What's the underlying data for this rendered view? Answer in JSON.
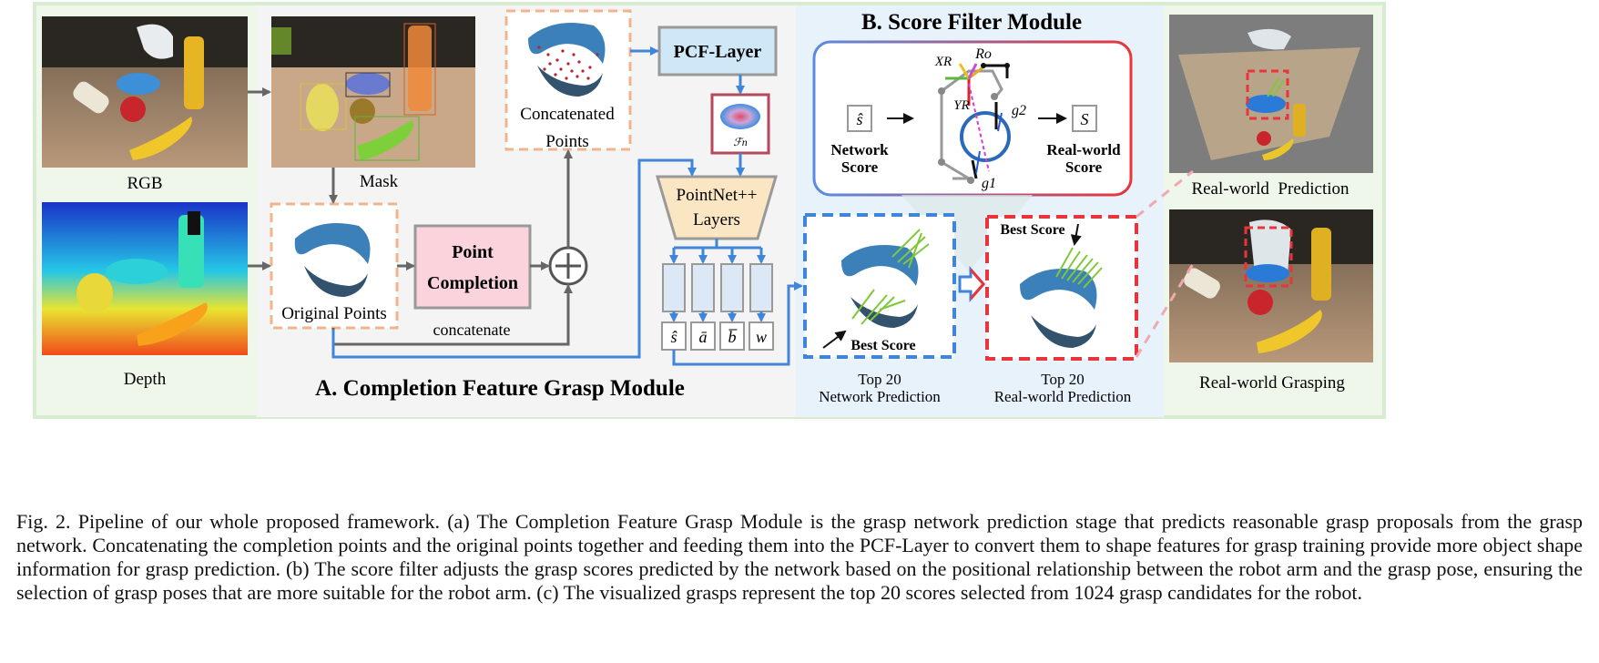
{
  "modules": {
    "a_title": "A. Completion Feature Grasp Module",
    "b_title": "B. Score Filter Module"
  },
  "inputs": {
    "rgb": "RGB",
    "depth": "Depth",
    "mask": "Mask"
  },
  "points": {
    "original": "Original Points",
    "concat_line1": "Concatenated",
    "concat_line2": "Points",
    "point_completion_line1": "Point",
    "point_completion_line2": "Completion",
    "concatenate": "concatenate",
    "oplus": "+"
  },
  "network": {
    "pcf_layer": "PCF-Layer",
    "feature": "ℱn",
    "pointnet_line1": "PointNet++",
    "pointnet_line2": "Layers",
    "outputs": [
      "ŝ",
      "ā",
      "b̅",
      "w"
    ]
  },
  "score_filter": {
    "s_hat": "ŝ",
    "s": "S",
    "network_score_line1": "Network",
    "network_score_line2": "Score",
    "realworld_score_line1": "Real-world",
    "realworld_score_line2": "Score",
    "x_r": "XR",
    "y_r": "YR",
    "r_o": "Ro",
    "g1": "g1",
    "g2": "g2"
  },
  "predictions": {
    "best_score": "Best Score",
    "top20_network_line1": "Top 20",
    "top20_network_line2": "Network Prediction",
    "top20_realworld_line1": "Top 20",
    "top20_realworld_line2": "Real-world Prediction"
  },
  "realworld": {
    "prediction": "Real-world  Prediction",
    "grasping": "Real-world Grasping"
  },
  "caption": "Fig. 2.  Pipeline of our whole proposed framework. (a) The Completion Feature Grasp Module is the grasp network prediction stage that predicts reasonable grasp proposals from the grasp network. Concatenating the completion points and the original points together and feeding them into the PCF-Layer to convert them to shape features for grasp training provide more object shape information for grasp prediction. (b) The score filter adjusts the grasp scores predicted by the network based on the positional relationship between the robot arm and the grasp pose, ensuring the selection of grasp poses that are more suitable for the robot arm. (c) The visualized grasps represent the top 20 scores selected from 1024 grasp candidates for the robot.",
  "colors": {
    "outer_green": "#d8ecd2",
    "module_a_bg": "#f3f3f3",
    "module_b_bg": "#e6f2fb",
    "dash_orange": "#f2b48c",
    "point_completion_fill": "#fbd3dc",
    "pcf_fill": "#cfe8f7",
    "pointnet_fill": "#fbe6c4",
    "arrow_blue": "#3f85d9",
    "dash_blue": "#3f85d9",
    "dash_red": "#e8343a",
    "feature_border": "#b5485c",
    "gray_arrow": "#666666"
  }
}
